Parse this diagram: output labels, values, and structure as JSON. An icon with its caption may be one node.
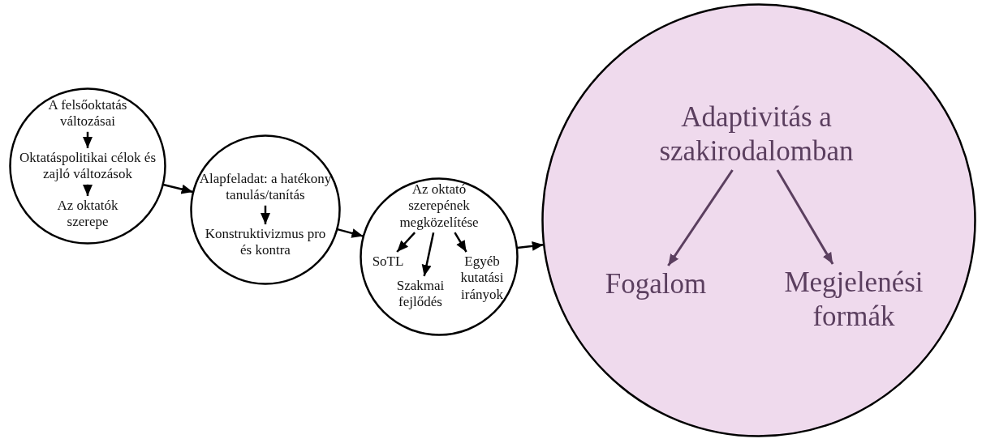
{
  "diagram": {
    "nodes": [
      {
        "text": [],
        "shape": "circle"
      },
      {
        "text": [
          "A felsőoktatás változásai"
        ],
        "in": 0
      },
      {
        "text": [
          "Oktatáspolitikai célok és zajló változások"
        ],
        "in": 0
      },
      {
        "text": [
          "Az oktatók szerepe"
        ],
        "in": 0
      },
      {
        "text": [],
        "shape": "circle"
      },
      {
        "text": [
          "Alapfeladat: a hatékony tanulás/tanítás"
        ],
        "in": 4
      },
      {
        "text": [
          "Konstruktivizmus pro és kontra"
        ],
        "in": 4
      },
      {
        "text": [],
        "shape": "circle"
      },
      {
        "text": [
          "Az oktató szerepének megközelítése"
        ],
        "in": 7
      },
      {
        "text": [
          "SoTL"
        ],
        "in": 7
      },
      {
        "text": [
          "Szakmai fejlődés"
        ],
        "in": 7
      },
      {
        "text": [
          "Egyéb kutatási irányok"
        ],
        "in": 7
      },
      {
        "text": [],
        "shape": "circle"
      },
      {
        "text": [
          "Adaptivitás a szakirodalomban"
        ],
        "in": 12
      },
      {
        "text": [
          "Fogalom"
        ],
        "in": 12
      },
      {
        "text": [
          "Megjelenési formák"
        ],
        "in": 12
      }
    ],
    "edges": [
      {
        "from": 1,
        "to": 2,
        "arrow": "to"
      },
      {
        "from": 2,
        "to": 3,
        "arrow": "to"
      },
      {
        "from": 0,
        "to": 4,
        "arrow": "to"
      },
      {
        "from": 5,
        "to": 6,
        "arrow": "to"
      },
      {
        "from": 4,
        "to": 7,
        "arrow": "to"
      },
      {
        "from": 8,
        "to": 9,
        "arrow": "to"
      },
      {
        "from": 8,
        "to": 10,
        "arrow": "to"
      },
      {
        "from": 8,
        "to": 11,
        "arrow": "to"
      },
      {
        "from": 7,
        "to": 12,
        "arrow": "to"
      },
      {
        "from": 13,
        "to": 14,
        "arrow": "to",
        "color": "#5b3f5f"
      },
      {
        "from": 13,
        "to": 15,
        "arrow": "to",
        "color": "#5b3f5f"
      }
    ]
  }
}
